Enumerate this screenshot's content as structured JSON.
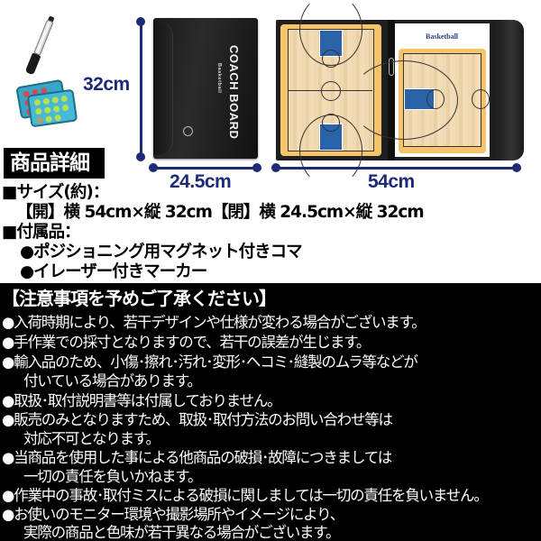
{
  "product_image": {
    "closed_board": {
      "title": "COACH BOARD",
      "subtitle": "Basketball"
    },
    "open_board": {
      "logo_text": "Basketball"
    },
    "dimensions": {
      "height": "32cm",
      "closed_width": "24.5cm",
      "open_width": "54cm"
    },
    "colors": {
      "dimension_line": "#1c2a78",
      "court_paint": "#2b63a8",
      "court_border": "#f5c46a"
    }
  },
  "details": {
    "heading": "商品詳細",
    "size_label": "■サイズ(約)：",
    "size_value": "【開】横 54cm×縦 32cm【閉】横 24.5cm×縦 32cm",
    "accessories_label": "■付属品：",
    "accessories": [
      "●ポジショニング用マグネット付きコマ",
      "●イレーザー付きマーカー"
    ]
  },
  "notice": {
    "title": "【注意事項を予めご了承ください】",
    "lines": [
      "●入荷時期により、若干デザインや仕様が変わる場合がございます。",
      "●手作業での採寸となりますので、若干の誤差が生じます。",
      "●輸入品のため、小傷･擦れ･汚れ･変形･ヘコミ･縫製のムラ等などが",
      "付いている場合があります。",
      "●取扱･取付説明書等は付属しておりません。",
      "●販売のみとなりますため、取扱･取付方法のお問い合わせ等は",
      "対応不可となります。",
      "●当商品を使用した事による他商品の破損･故障につきましては",
      "一切の責任を負いかねます。",
      "●作業中の事故･取付ミスによる破損に関しましては一切の責任を負いません。",
      "●お使いのモニター環境や撮影場所やイメージにより、",
      "実際の商品と色味が若干異なる場合がございます。"
    ]
  }
}
